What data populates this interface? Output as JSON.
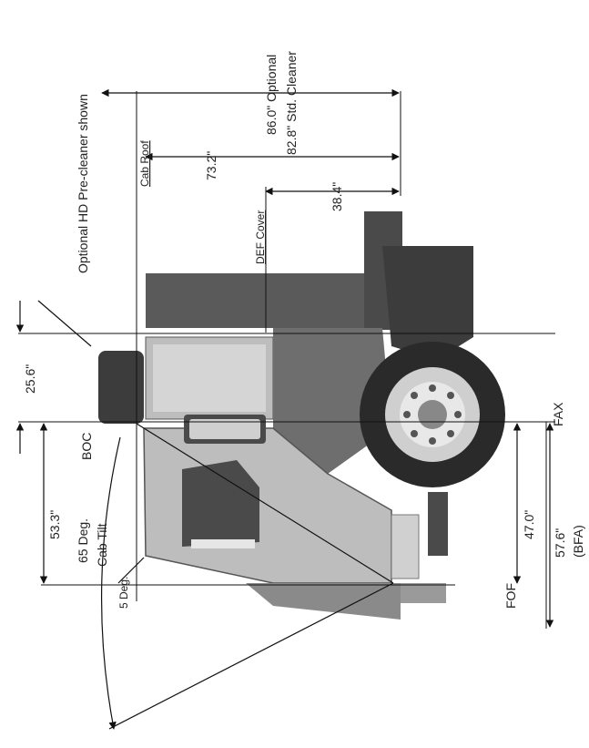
{
  "labels": {
    "optional_hd_precleaner": "Optional HD Pre-cleaner shown",
    "optional_86": "86.0\" Optional",
    "std_cleaner": "82.8\" Std. Cleaner",
    "cab_roof": "Cab Roof",
    "dim_73_2": "73.2\"",
    "dim_38_4": "38.4\"",
    "def_cover": "DEF Cover",
    "dim_25_6": "25.6\"",
    "boc": "BOC",
    "dim_53_3": "53.3\"",
    "cab_tilt_line1": "65 Deg.",
    "cab_tilt_line2": "Cab Tilt",
    "five_deg": "5 Deg.",
    "dim_47_0": "47.0\"",
    "dim_57_6": "57.6\"",
    "bfa": "(BFA)",
    "fof": "FOF",
    "fax": "FAX"
  },
  "colors": {
    "line": "#111111",
    "truck_dark": "#3c3c3c",
    "truck_mid": "#6e6e6e",
    "truck_light": "#bdbdbd",
    "tire": "#2a2a2a",
    "hub": "#d8d8d8"
  }
}
